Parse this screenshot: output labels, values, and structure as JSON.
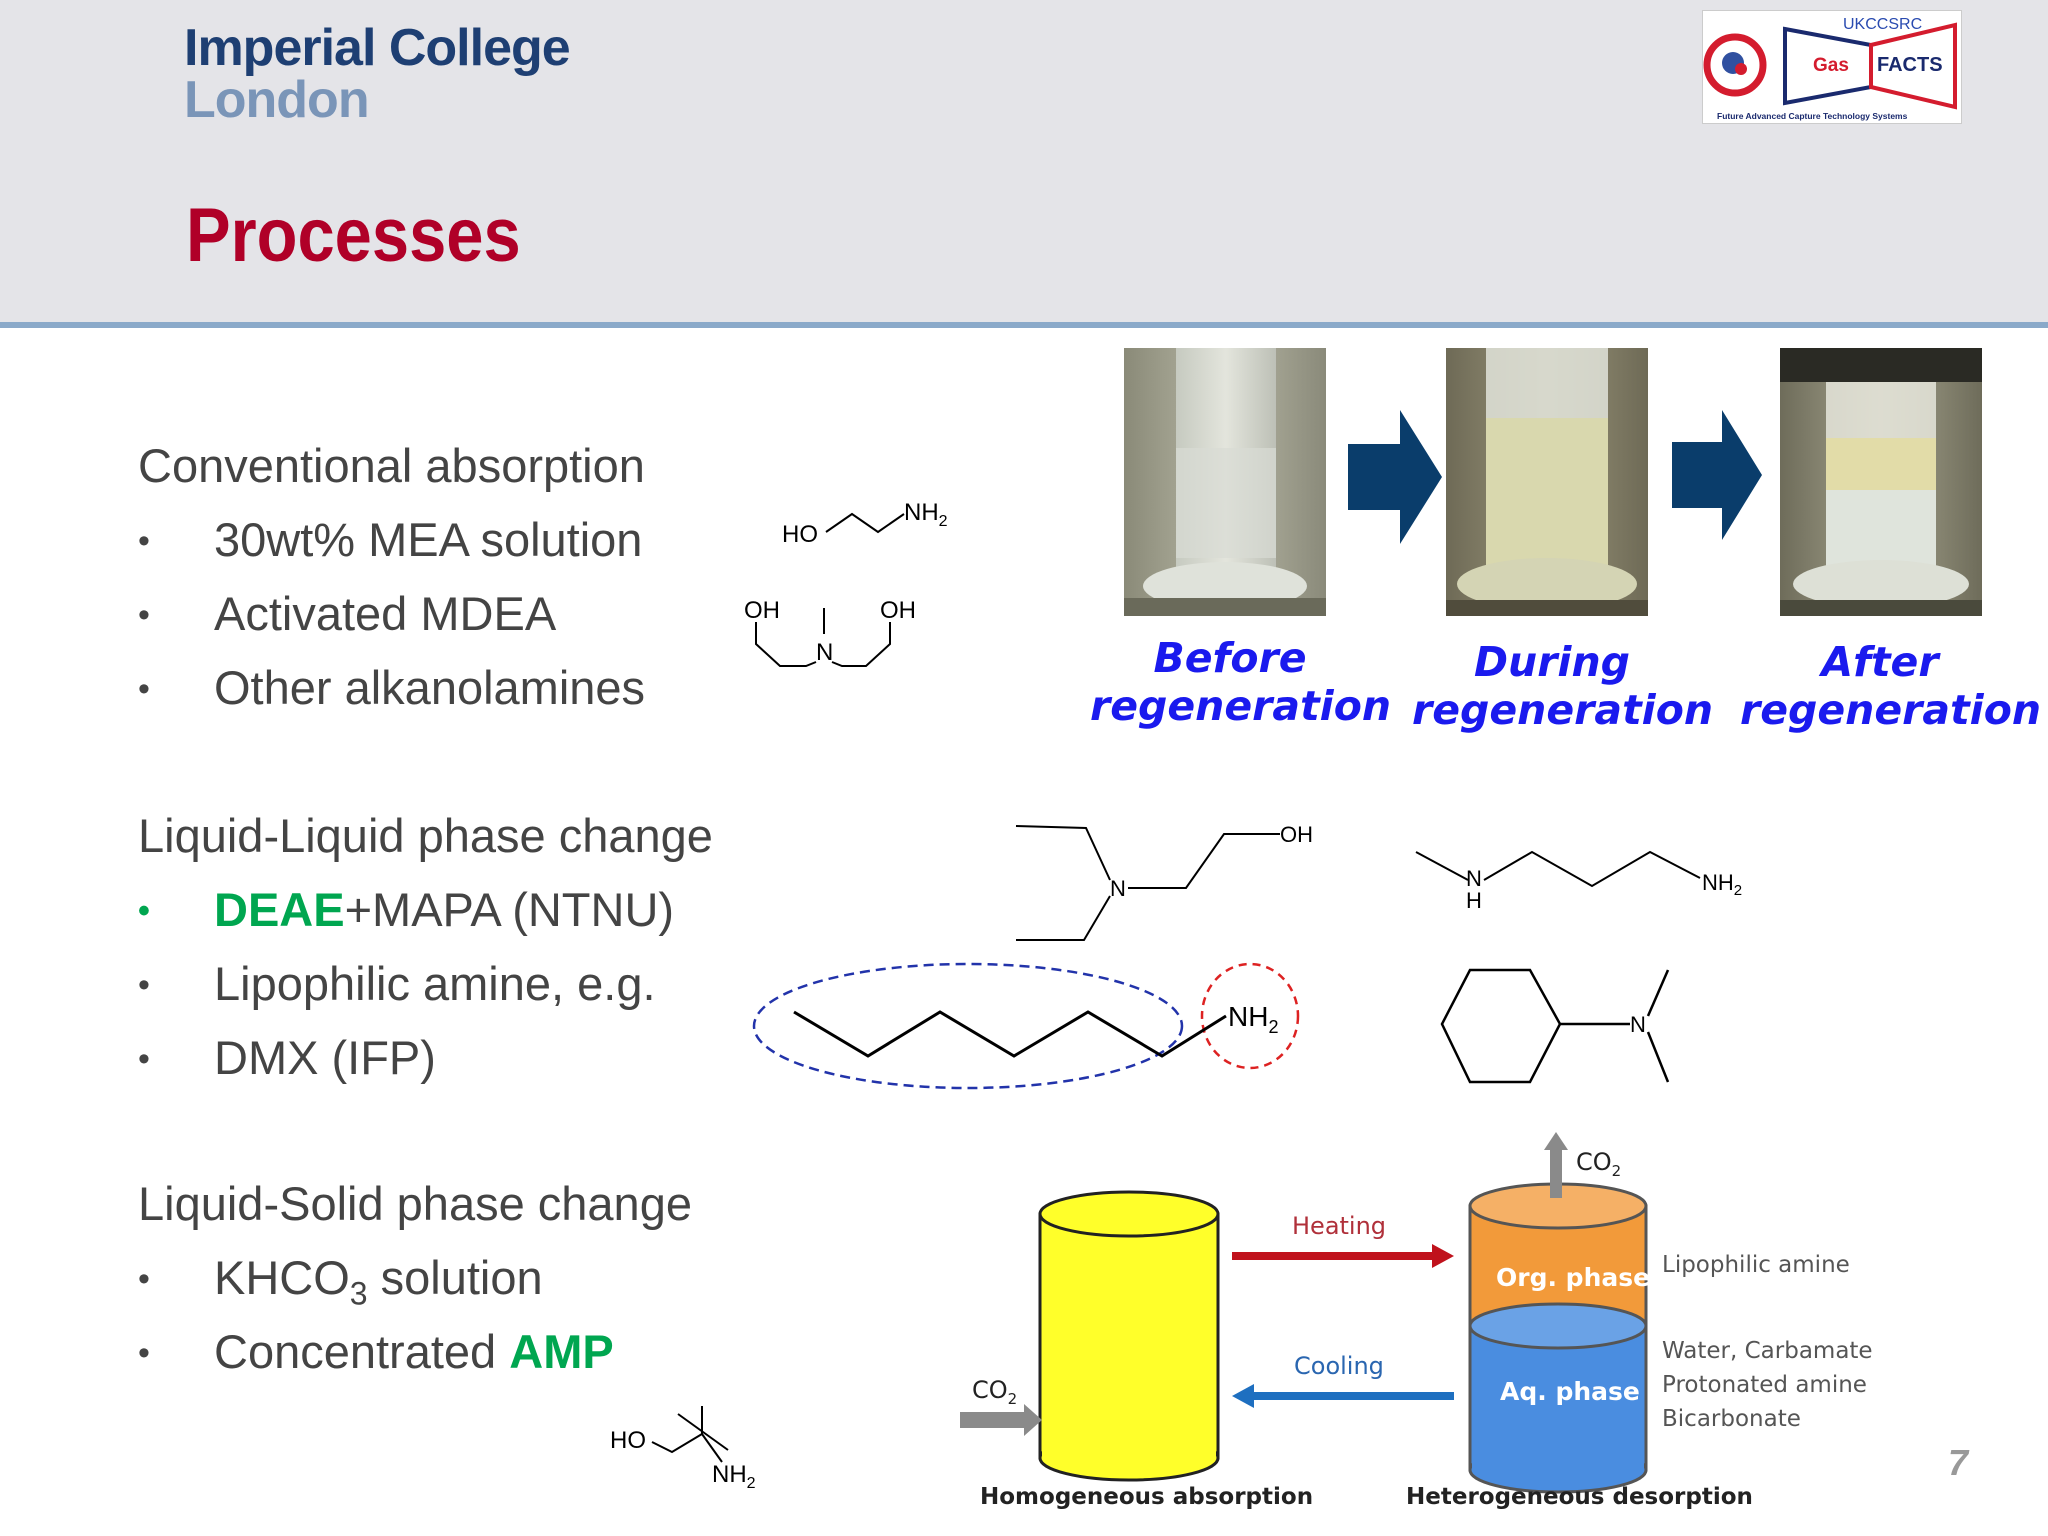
{
  "header": {
    "logo_line1": "Imperial College",
    "logo_line2": "London",
    "title": "Processes",
    "partner_logo": {
      "top": "UKCCSRC",
      "gas": "Gas",
      "facts": "FACTS",
      "tagline": "Future Advanced Capture Technology Systems"
    }
  },
  "sections": {
    "conventional": {
      "heading": "Conventional absorption",
      "items": [
        "30wt% MEA solution",
        "Activated MDEA",
        "Other alkanolamines"
      ]
    },
    "liquid_liquid": {
      "heading": "Liquid-Liquid phase change",
      "item1_green": "DEAE",
      "item1_rest": "+MAPA (NTNU)",
      "item2": "Lipophilic amine, e.g.",
      "item3": "DMX (IFP)"
    },
    "liquid_solid": {
      "heading": "Liquid-Solid phase change",
      "item1_pre": "KHCO",
      "item1_sub": "3",
      "item1_post": " solution",
      "item2_pre": "Concentrated ",
      "item2_green": "AMP"
    }
  },
  "bullet_char": "•",
  "chem": {
    "mea_ho": "HO",
    "mea_nh2": "NH",
    "sub2": "2",
    "mdea_oh": "OH",
    "mdea_n": "N",
    "deae_oh": "OH",
    "deae_n": "N",
    "mapa_n": "N",
    "mapa_h": "H",
    "mapa_nh2": "NH",
    "octyl_nh2": "NH",
    "dmx_n": "N",
    "amp_ho": "HO",
    "amp_nh2": "NH"
  },
  "regen_captions": {
    "before_l1": "Before",
    "before_l2": "regeneration",
    "during_l1": "During",
    "during_l2": "regeneration",
    "after_l1": "After",
    "after_l2": "regeneration"
  },
  "process_diagram": {
    "heating": "Heating",
    "cooling": "Cooling",
    "co2_base": "CO",
    "co2_sub": "2",
    "org_phase": "Org. phase",
    "aq_phase": "Aq. phase",
    "lipophilic": "Lipophilic amine",
    "aq_line1": "Water, Carbamate",
    "aq_line2": "Protonated amine",
    "aq_line3": "Bicarbonate",
    "homogeneous": "Homogeneous absorption",
    "heterogeneous": "Heterogeneous desorption"
  },
  "colors": {
    "title_red": "#b00028",
    "accent_green": "#00a650",
    "caption_blue": "#1a1aee",
    "arrow_navy": "#0a3d6b",
    "heating_red": "#c0121c",
    "cooling_blue": "#1e6fc0",
    "org_orange": "#f29a3a",
    "aq_blue": "#4a8de0",
    "tank_yellow": "#ffff2a"
  },
  "page_number": "7"
}
